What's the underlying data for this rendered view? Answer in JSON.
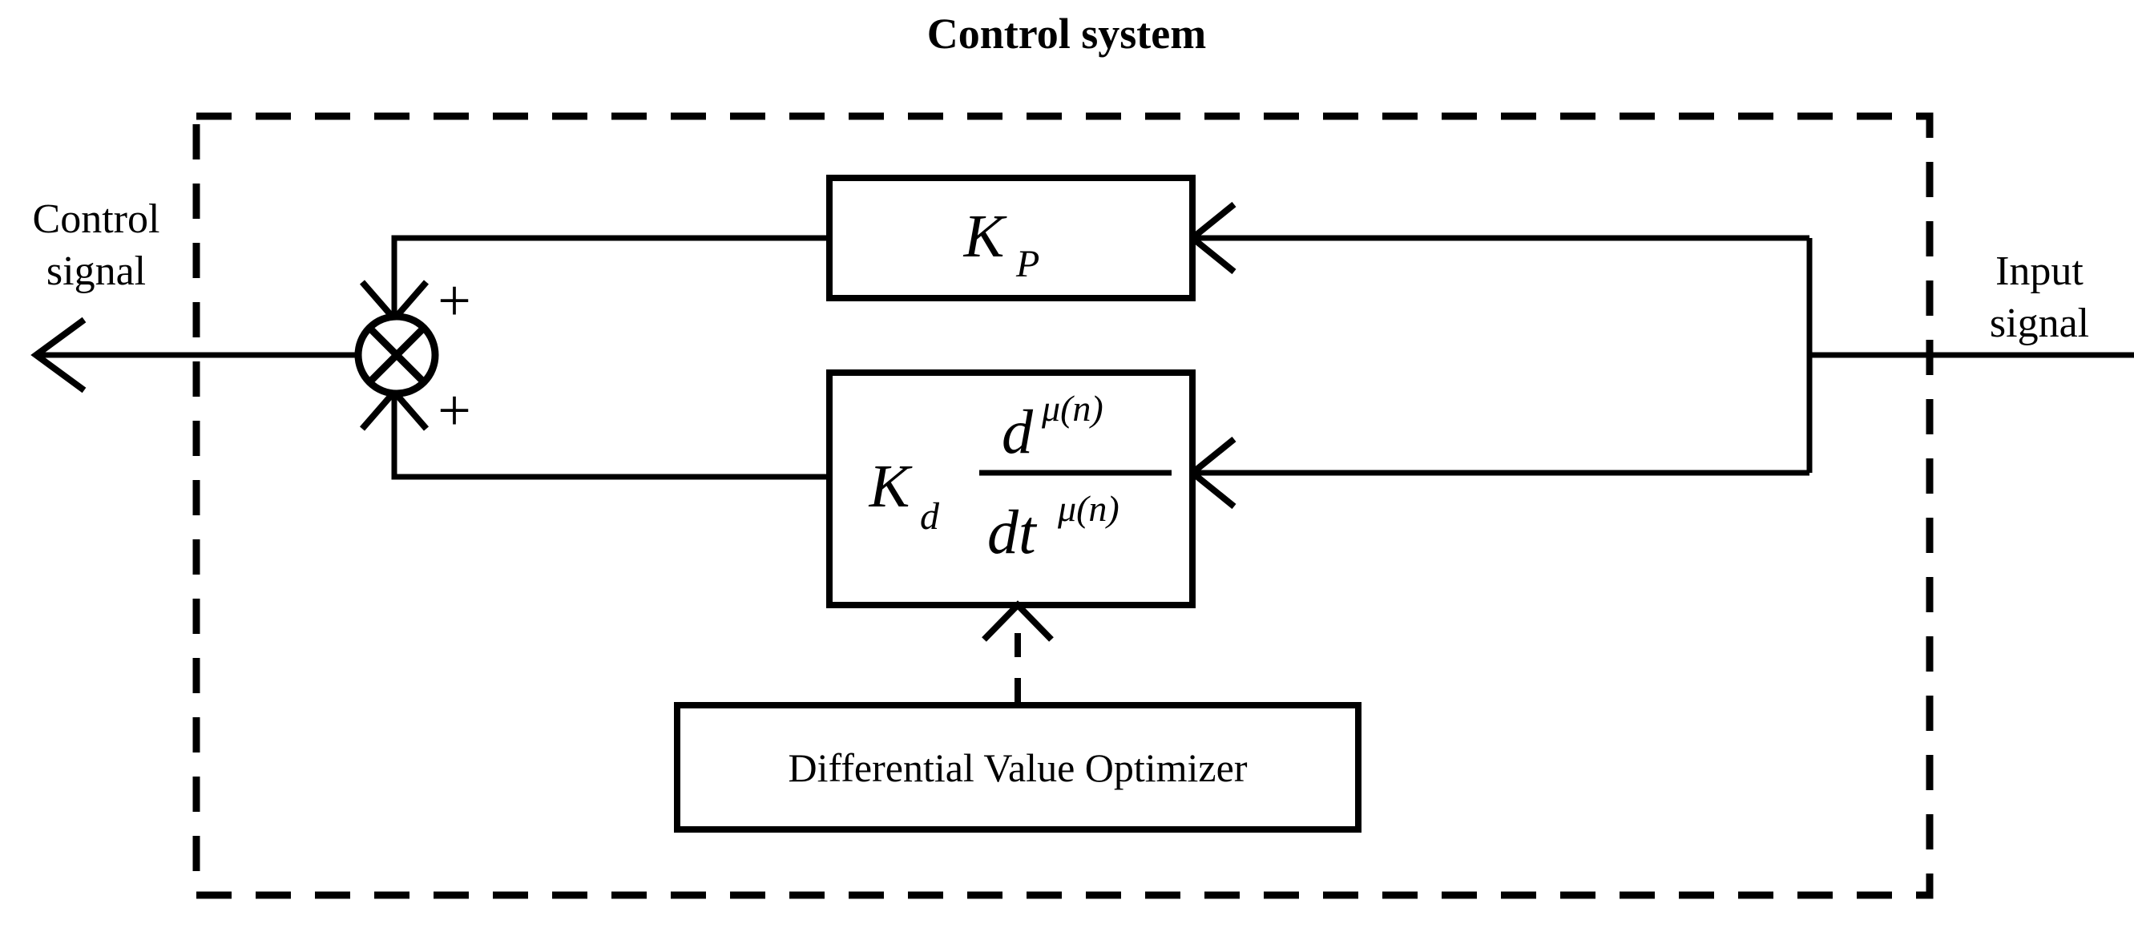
{
  "title": "Control system",
  "boundary": {
    "name": "control-system-boundary",
    "style": "dashed"
  },
  "labels": {
    "output_line1": "Control",
    "output_line2": "signal",
    "input_line1": "Input",
    "input_line2": "signal"
  },
  "summing_junction": {
    "symbol": "circle-cross",
    "sign_top": "+",
    "sign_bottom": "+"
  },
  "blocks": [
    {
      "id": "proportional",
      "name": "proportional-gain-block",
      "gain": "K",
      "gain_subscript": "P",
      "expression": "K_P"
    },
    {
      "id": "derivative",
      "name": "fractional-derivative-block",
      "gain": "K",
      "gain_subscript": "d",
      "numerator": "d",
      "numerator_sup": "μ(n)",
      "denominator": "dt",
      "denominator_sup": "μ(n)",
      "expression": "K_d d^μ(n)/dt^μ(n)"
    },
    {
      "id": "optimizer",
      "name": "differential-value-optimizer-block",
      "label": "Differential Value Optimizer"
    }
  ],
  "connections": [
    {
      "name": "input-to-bus",
      "from": "input-signal",
      "to": "feedback-bus",
      "style": "solid"
    },
    {
      "name": "bus-to-proportional",
      "from": "feedback-bus",
      "to": "proportional-gain-block",
      "style": "solid",
      "arrow": "left"
    },
    {
      "name": "bus-to-derivative",
      "from": "feedback-bus",
      "to": "fractional-derivative-block",
      "style": "solid",
      "arrow": "left"
    },
    {
      "name": "proportional-to-sum",
      "from": "proportional-gain-block",
      "to": "summing-junction",
      "style": "solid",
      "arrow": "down"
    },
    {
      "name": "derivative-to-sum",
      "from": "fractional-derivative-block",
      "to": "summing-junction",
      "style": "solid",
      "arrow": "up"
    },
    {
      "name": "sum-to-output",
      "from": "summing-junction",
      "to": "control-signal",
      "style": "solid",
      "arrow": "left"
    },
    {
      "name": "optimizer-to-derivative",
      "from": "differential-value-optimizer-block",
      "to": "fractional-derivative-block",
      "style": "dashed",
      "arrow": "up"
    }
  ],
  "colors": {
    "stroke": "#000000",
    "background": "#ffffff",
    "text": "#000000"
  }
}
